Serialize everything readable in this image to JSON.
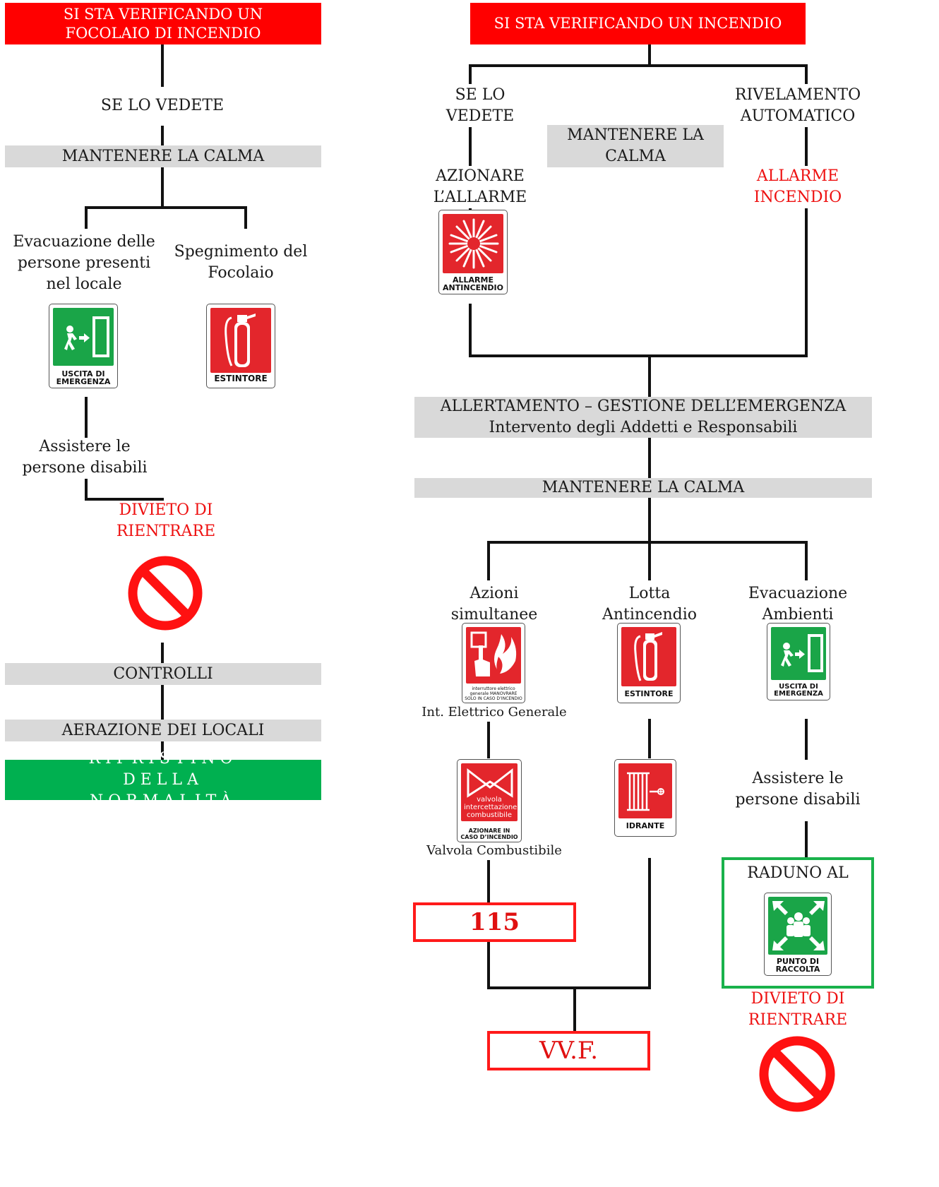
{
  "left": {
    "top_banner": "SI STA VERIFICANDO UN FOCOLAIO DI INCENDIO",
    "if_seen": "SE LO VEDETE",
    "keep_calm": "MANTENERE LA CALMA",
    "evacuation": "Evacuazione delle persone presenti nel locale",
    "extinguish": "Spegnimento del Focolaio",
    "exit_sign_caption": "USCITA DI EMERGENZA",
    "extinguisher_sign_caption": "ESTINTORE",
    "assist": "Assistere le persone disabili",
    "no_reentry": "DIVIETO DI RIENTRARE",
    "checks": "CONTROLLI",
    "ventilation": "AERAZIONE DEI LOCALI",
    "restore": "RIPRISTINO DELLA NORMALITÀ"
  },
  "right": {
    "top_banner": "SI STA VERIFICANDO UN INCENDIO",
    "if_seen": "SE LO VEDETE",
    "auto_detect": "RIVELAMENTO AUTOMATICO",
    "keep_calm_1": "MANTENERE LA CALMA",
    "activate_alarm": "AZIONARE L’ALLARME",
    "fire_alarm": "ALLARME INCENDIO",
    "alarm_sign_caption": "ALLARME ANTINCENDIO",
    "alert_line1": "ALLERTAMENTO – GESTIONE DELL’EMERGENZA",
    "alert_line2": "Intervento degli Addetti e Responsabili",
    "keep_calm_2": "MANTENERE LA CALMA",
    "simultaneous": "Azioni simultanee",
    "firefighting": "Lotta Antincendio",
    "evacuation": "Evacuazione Ambienti",
    "switch_sign_caption": "interruttore elettrico generale MANOVRARE SOLO IN CASO D’INCENDIO",
    "switch_label": "Int. Elettrico Generale",
    "extinguisher_sign_caption": "ESTINTORE",
    "exit_sign_caption": "USCITA DI EMERGENZA",
    "valve_sign_text": "valvola intercettazione combustibile",
    "valve_sign_caption": "AZIONARE IN CASO D’INCENDIO",
    "valve_label": "Valvola Combustibile",
    "hydrant_sign_caption": "IDRANTE",
    "assist": "Assistere le persone disabili",
    "gathering": "RADUNO AL",
    "assembly_sign_caption": "PUNTO DI RACCOLTA",
    "no_reentry": "DIVIETO DI RIENTRARE",
    "emergency_number": "115",
    "firefighters": "VV.F."
  },
  "colors": {
    "banner_red": "#ff0000",
    "bar_grey": "#d9d9d9",
    "bar_green": "#00b050",
    "warning_red": "#ee1111",
    "sign_red": "#e3262c",
    "sign_green": "#1aa548"
  },
  "icons": [
    "exit-sign-icon",
    "extinguisher-sign-icon",
    "no-entry-icon",
    "fire-alarm-sign-icon",
    "electric-switch-sign-icon",
    "fuel-valve-sign-icon",
    "hydrant-sign-icon",
    "assembly-point-sign-icon"
  ]
}
